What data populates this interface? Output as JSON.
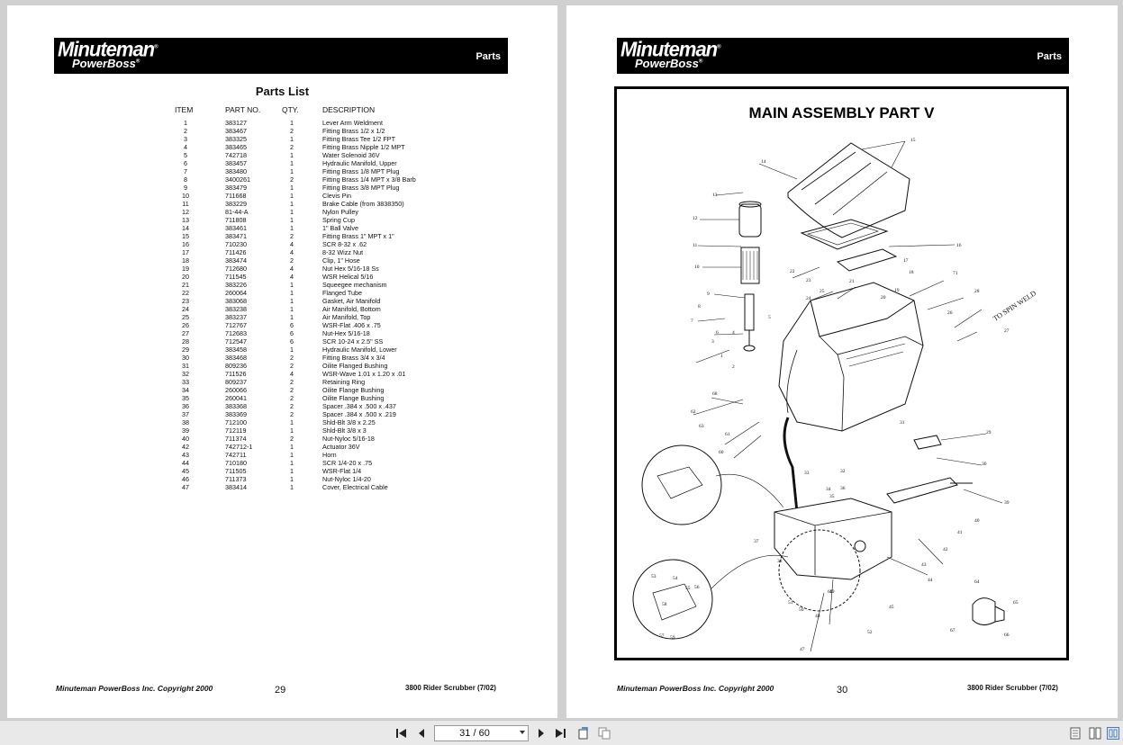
{
  "brand": {
    "name": "Minuteman",
    "sub": "PowerBoss",
    "reg": "®"
  },
  "left_page": {
    "section": "Parts",
    "title": "Parts List",
    "columns": {
      "item": "ITEM",
      "part": "PART NO.",
      "qty": "QTY.",
      "desc": "DESCRIPTION"
    },
    "rows": [
      [
        "1",
        "383127",
        "1",
        "Lever Arm Weldment"
      ],
      [
        "2",
        "383467",
        "2",
        "Fitting Brass 1/2 x 1/2"
      ],
      [
        "3",
        "383325",
        "1",
        "Fitting Brass Tee 1/2 FPT"
      ],
      [
        "4",
        "383465",
        "2",
        "Fitting Brass Nipple 1/2 MPT"
      ],
      [
        "5",
        "742718",
        "1",
        "Water Solenoid 36V"
      ],
      [
        "6",
        "383457",
        "1",
        "Hydraulic Manifold, Upper"
      ],
      [
        "7",
        "383480",
        "1",
        "Fitting Brass 1/8 MPT Plug"
      ],
      [
        "8",
        "3400261",
        "2",
        "Fitting Brass 1/4 MPT x 3/8 Barb"
      ],
      [
        "9",
        "383479",
        "1",
        "Fitting Brass 3/8 MPT Plug"
      ],
      [
        "10",
        "711668",
        "1",
        "Clevis Pin"
      ],
      [
        "11",
        "383229",
        "1",
        "Brake Cable (from 3838350)"
      ],
      [
        "12",
        "81-44-A",
        "1",
        "Nylon Pulley"
      ],
      [
        "13",
        "711808",
        "1",
        "Spring Cup"
      ],
      [
        "14",
        "383461",
        "1",
        "1\" Ball Valve"
      ],
      [
        "15",
        "383471",
        "2",
        "Fitting Brass 1\" MPT x 1\""
      ],
      [
        "16",
        "710230",
        "4",
        "SCR 8-32 x .62"
      ],
      [
        "17",
        "711426",
        "4",
        "8-32 Wizz Nut"
      ],
      [
        "18",
        "383474",
        "2",
        "Clip, 1\" Hose"
      ],
      [
        "19",
        "712680",
        "4",
        "Nut Hex 5/16-18 Ss"
      ],
      [
        "20",
        "711545",
        "4",
        "WSR Helical 5/16"
      ],
      [
        "21",
        "383226",
        "1",
        "Squeegee mechanism"
      ],
      [
        "22",
        "260064",
        "1",
        "Flanged Tube"
      ],
      [
        "23",
        "383068",
        "1",
        "Gasket, Air Manifold"
      ],
      [
        "24",
        "383238",
        "1",
        "Air Manifold, Bottom"
      ],
      [
        "25",
        "383237",
        "1",
        "Air Manifold, Top"
      ],
      [
        "26",
        "712767",
        "6",
        "WSR-Flat .406 x .75"
      ],
      [
        "27",
        "712683",
        "6",
        "Nut-Hex 5/16-18"
      ],
      [
        "28",
        "712547",
        "6",
        "SCR 10-24 x 2.5\" SS"
      ],
      [
        "29",
        "383458",
        "1",
        "Hydraulic Manifold, Lower"
      ],
      [
        "30",
        "383468",
        "2",
        "Fitting Brass 3/4 x 3/4"
      ],
      [
        "31",
        "809236",
        "2",
        "Oilite Flanged Bushing"
      ],
      [
        "32",
        "711526",
        "4",
        "WSR-Wave 1.01 x 1.20 x .01"
      ],
      [
        "33",
        "809237",
        "2",
        "Retaining Ring"
      ],
      [
        "34",
        "260066",
        "2",
        "Oilite Flange Bushing"
      ],
      [
        "35",
        "260041",
        "2",
        "Oilite Flange Bushing"
      ],
      [
        "36",
        "383368",
        "2",
        "Spacer .384 x .500 x .437"
      ],
      [
        "37",
        "383369",
        "2",
        "Spacer .384 x .500 x .219"
      ],
      [
        "38",
        "712100",
        "1",
        "Shld-Blt 3/8 x 2.25"
      ],
      [
        "39",
        "712119",
        "1",
        "Shld-Blt 3/8 x 3"
      ],
      [
        "40",
        "711374",
        "2",
        "Nut-Nyloc 5/16-18"
      ],
      [
        "42",
        "742712-1",
        "1",
        "Actuator 36V"
      ],
      [
        "43",
        "742711",
        "1",
        "Horn"
      ],
      [
        "44",
        "710180",
        "1",
        "SCR 1/4-20 x .75"
      ],
      [
        "45",
        "711505",
        "1",
        "WSR-Flat 1/4"
      ],
      [
        "46",
        "711373",
        "1",
        "Nut-Nyloc 1/4-20"
      ],
      [
        "47",
        "383414",
        "1",
        "Cover, Electrical Cable"
      ]
    ],
    "footer": "Minuteman PowerBoss Inc. Copyright 2000",
    "page_number": "29",
    "footer_right": "3800 Rider Scrubber (7/02)"
  },
  "right_page": {
    "section": "Parts",
    "diagram_title": "MAIN ASSEMBLY PART V",
    "annotation": "TO SPIN WELD",
    "callouts": [
      "1",
      "2",
      "3",
      "4",
      "5",
      "6",
      "7",
      "8",
      "9",
      "10",
      "11",
      "12",
      "13",
      "14",
      "15",
      "16",
      "17",
      "18",
      "19",
      "20",
      "21",
      "22",
      "23",
      "24",
      "25",
      "26",
      "27",
      "28",
      "29",
      "30",
      "31",
      "32",
      "33",
      "34",
      "35",
      "36",
      "37",
      "38",
      "39",
      "40",
      "41",
      "42",
      "43",
      "44",
      "45",
      "47",
      "48",
      "49",
      "50",
      "51",
      "52",
      "53",
      "54",
      "55",
      "56",
      "57",
      "58",
      "59",
      "60",
      "61",
      "62",
      "63",
      "64",
      "65",
      "66",
      "67",
      "68",
      "69",
      "71"
    ],
    "footer": "Minuteman PowerBoss Inc. Copyright 2000",
    "page_number": "30",
    "footer_right": "3800 Rider Scrubber (7/02)"
  },
  "toolbar": {
    "page_indicator": "31 / 60",
    "icons": [
      "first-page-icon",
      "prev-page-icon",
      "next-page-icon",
      "last-page-icon",
      "rotate-icon",
      "copy-icon",
      "single-page-view-icon",
      "two-page-view-icon",
      "grid-view-icon"
    ]
  }
}
